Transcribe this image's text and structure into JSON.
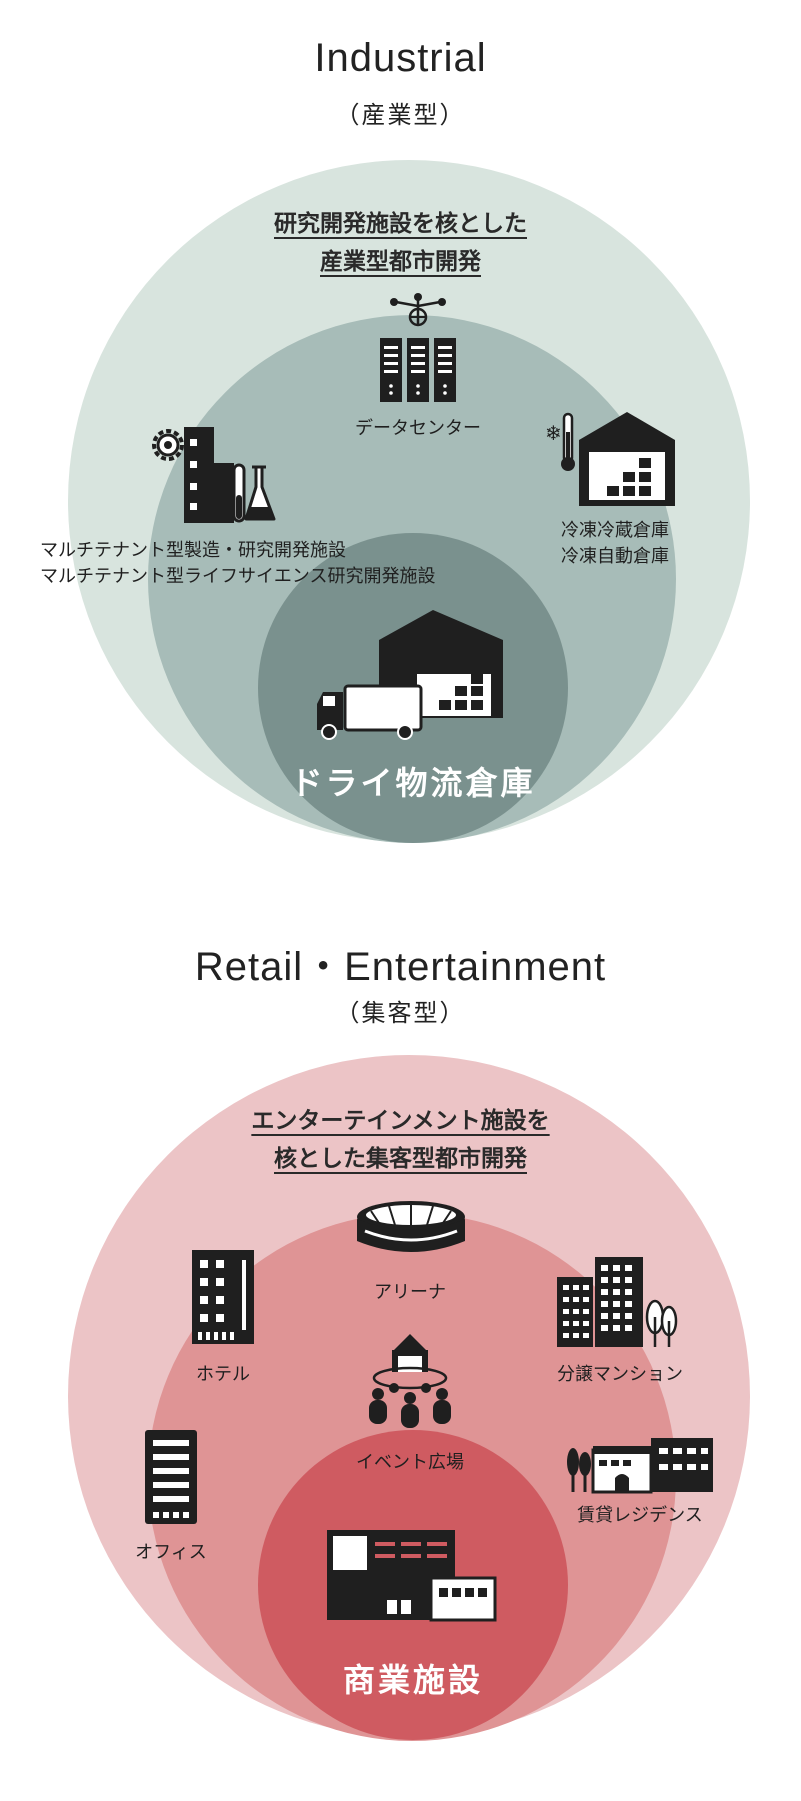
{
  "industrial": {
    "title": "Industrial",
    "subtitle": "（産業型）",
    "lead_line1": "研究開発施設を核とした",
    "lead_line2": "産業型都市開発",
    "labels": {
      "data_center": "データセンター",
      "cold_line1": "冷凍冷蔵倉庫",
      "cold_line2": "冷凍自動倉庫",
      "multi_line1": "マルチテナント型製造・研究開発施設",
      "multi_line2": "マルチテナント型ライフサイエンス研究開発施設"
    },
    "core": "ドライ物流倉庫",
    "colors": {
      "outer": "#d8e4de",
      "middle": "#a7bcb8",
      "inner": "#7a918e"
    }
  },
  "retail": {
    "title": "Retail・Entertainment",
    "subtitle": "（集客型）",
    "lead_line1": "エンターテインメント施設を",
    "lead_line2": "核とした集客型都市開発",
    "labels": {
      "arena": "アリーナ",
      "hotel": "ホテル",
      "condo": "分譲マンション",
      "event": "イベント広場",
      "rental": "賃貸レジデンス",
      "office": "オフィス"
    },
    "core": "商業施設",
    "colors": {
      "outer": "#ecc4c6",
      "middle": "#df9495",
      "inner": "#cf5b61"
    }
  }
}
